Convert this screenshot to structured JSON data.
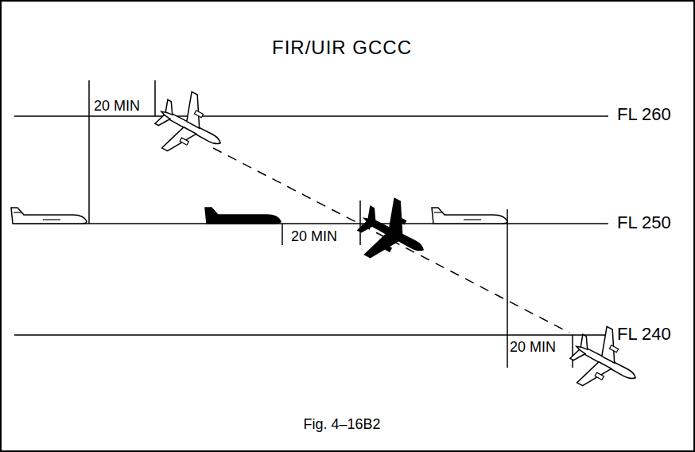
{
  "diagram": {
    "title": "FIR/UIR GCCC",
    "caption": "Fig. 4–16B2",
    "labels": [
      "20 MIN",
      "20 MIN",
      "20 MIN",
      "FL 260",
      "FL 250",
      "FL 240"
    ]
  }
}
